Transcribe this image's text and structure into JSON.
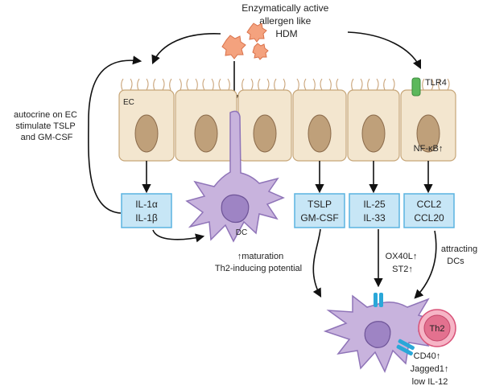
{
  "allergen_label_lines": [
    "Enzymatically active",
    "allergen like",
    "HDM"
  ],
  "autocrine_label_lines": [
    "autocrine on EC",
    "stimulate TSLP",
    "and GM-CSF"
  ],
  "ec_label": "EC",
  "tlr4_label": "TLR4",
  "nfkb_label": "NF-κB↑",
  "cytokine_boxes": [
    {
      "line1": "IL-1α",
      "line2": "IL-1β"
    },
    {
      "line1": "TSLP",
      "line2": "GM-CSF"
    },
    {
      "line1": "IL-25",
      "line2": "IL-33"
    },
    {
      "line1": "CCL2",
      "line2": "CCL20"
    }
  ],
  "dc_label": "DC",
  "maturation_label_lines": [
    "↑maturation",
    "Th2-inducing potential"
  ],
  "ox40l_label_lines": [
    "OX40L↑",
    "ST2↑"
  ],
  "attracting_label_lines": [
    "attracting",
    "DCs"
  ],
  "th2_label": "Th2",
  "costim_label_lines": [
    "CD40↑",
    "Jagged1↑",
    "low IL-12"
  ],
  "colors": {
    "cell_fill": "#f3e6cf",
    "nucleus": "#bfa07a",
    "cytokine_box": "#c7e6f6",
    "dc": "#c8b3dd",
    "allergen": "#f4a27e",
    "tlr4": "#5cb85c",
    "th2": "#e3718f",
    "receptor": "#2aa7d8"
  }
}
